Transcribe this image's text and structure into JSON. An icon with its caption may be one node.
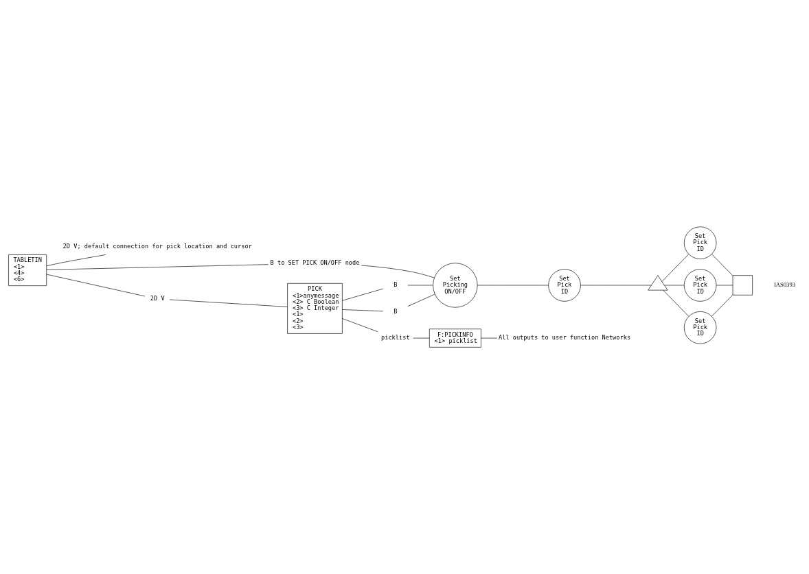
{
  "diagram": {
    "nodes": [
      {
        "text": [
          "TABLETIN",
          "<1>",
          "<4>",
          "<6>"
        ]
      },
      {
        "text": [
          "2D V; default connection for pick location and cursor"
        ]
      },
      {
        "text": [
          "B to SET PICK ON/OFF node"
        ]
      },
      {
        "text": [
          "2D V"
        ]
      },
      {
        "text": [
          "Set Picking ON/OFF"
        ]
      },
      {
        "text": [
          "PICK",
          "<1>anymessage",
          "<2> C Boolean",
          "<3> C Integer",
          "<1>",
          "<2>",
          "<3>"
        ]
      },
      {
        "text": [
          "picklist"
        ]
      },
      {
        "text": [
          "B"
        ]
      },
      {
        "text": [
          "B"
        ]
      },
      {
        "text": [
          "Set Pick ID"
        ]
      },
      {
        "text": [],
        "shape": "triangle"
      },
      {
        "text": [
          "Set Pick ID"
        ]
      },
      {
        "text": [
          "Set Pick ID"
        ]
      },
      {
        "text": [
          "Set Pick ID"
        ]
      },
      {
        "text": [
          "F:PICKINFO",
          "<1> picklist"
        ]
      },
      {
        "text": [
          "All outputs to user function Networks"
        ]
      },
      {
        "text": [],
        "shape": "box"
      }
    ],
    "edges": [
      {
        "from": 0,
        "to": 1,
        "arrow": "none"
      },
      {
        "from": 0,
        "to": 2,
        "arrow": "none"
      },
      {
        "from": 0,
        "to": 3,
        "arrow": "none"
      },
      {
        "from": 2,
        "to": 4,
        "arrow": "none"
      },
      {
        "from": 3,
        "to": 5,
        "arrow": "none"
      },
      {
        "from": 5,
        "to": 6,
        "arrow": "none"
      },
      {
        "from": 5,
        "to": 7,
        "arrow": "none"
      },
      {
        "from": 5,
        "to": 8,
        "arrow": "none"
      },
      {
        "from": 7,
        "to": 4,
        "arrow": "none"
      },
      {
        "from": 8,
        "to": 4,
        "arrow": "none"
      },
      {
        "from": 6,
        "to": 14,
        "arrow": "none"
      },
      {
        "from": 14,
        "to": 15,
        "arrow": "none"
      },
      {
        "from": 4,
        "to": 9,
        "arrow": "none"
      },
      {
        "from": 9,
        "to": 10,
        "arrow": "none"
      },
      {
        "from": 10,
        "to": 11,
        "arrow": "none"
      },
      {
        "from": 10,
        "to": 12,
        "arrow": "none"
      },
      {
        "from": 10,
        "to": 13,
        "arrow": "none"
      },
      {
        "from": 11,
        "to": 16,
        "arrow": "none"
      },
      {
        "from": 12,
        "to": 16,
        "arrow": "none"
      },
      {
        "from": 13,
        "to": 16,
        "arrow": "none"
      }
    ],
    "labels": [
      "IAS0393"
    ]
  }
}
